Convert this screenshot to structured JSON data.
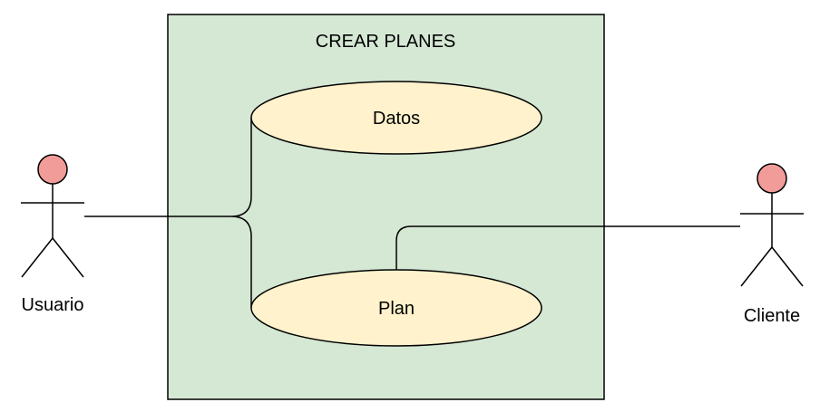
{
  "system": {
    "title": "CREAR PLANES",
    "fill": "#d5e8d4"
  },
  "use_cases": [
    {
      "id": "datos",
      "label": "Datos"
    },
    {
      "id": "plan",
      "label": "Plan"
    }
  ],
  "actors": [
    {
      "id": "usuario",
      "label": "Usuario"
    },
    {
      "id": "cliente",
      "label": "Cliente"
    }
  ],
  "colors": {
    "use_case_fill": "#fff2cc",
    "actor_head_fill": "#f19c99",
    "stroke": "#000000"
  }
}
